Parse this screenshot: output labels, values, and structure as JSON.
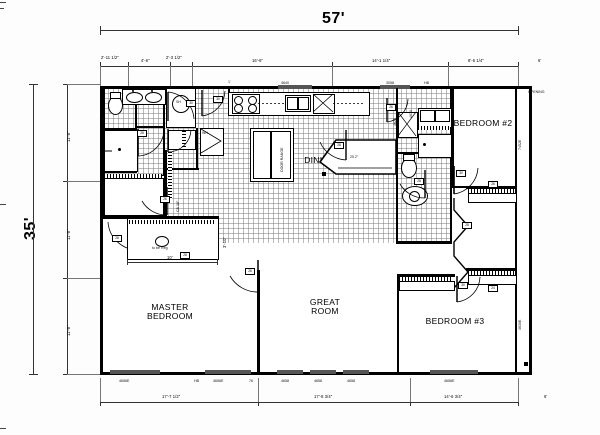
{
  "plan": {
    "overall_width": "57'",
    "overall_depth": "35'",
    "rooms": [
      {
        "name": "master-bedroom",
        "label": "MASTER\nBEDROOM",
        "line1": "MASTER",
        "line2": "BEDROOM"
      },
      {
        "name": "great-room",
        "label": "GREAT\nROOM",
        "line1": "GREAT",
        "line2": "ROOM"
      },
      {
        "name": "dining",
        "label": "DINING",
        "line1": "DINING",
        "line2": ""
      },
      {
        "name": "bedroom-2",
        "label": "BEDROOM #2",
        "line1": "BEDROOM #2",
        "line2": ""
      },
      {
        "name": "bedroom-3",
        "label": "BEDROOM #3",
        "line1": "BEDROOM #3",
        "line2": ""
      }
    ],
    "top_dimensions": [
      "2'-11 1/2\"",
      "4'-6\"",
      "2'-3 1/2\"",
      "16'-6\"",
      "14'-1 1/4\"",
      "8'-6 1/4\"",
      "6'"
    ],
    "bottom_dimensions": [
      "17'-7 1/2\"",
      "17'-8 3/4\"",
      "14'-6 3/4\"",
      "6'"
    ],
    "left_dimensions": [
      "11'-8\"",
      "11'-8\"",
      "11'-8\""
    ],
    "top_windows": [
      "4640",
      "3058",
      "HB"
    ],
    "bottom_windows": [
      "4656E",
      "HB",
      "4656E",
      "76",
      "4658",
      "4658",
      "4658",
      "4656E"
    ],
    "right_labels": [
      "OPENING",
      "7452E",
      "7452E",
      "3630E"
    ],
    "left_labels": [
      "1442",
      "2651"
    ],
    "interior_notes": [
      "DOOR RANGE",
      "25 2\"",
      "3'-10\"",
      "10'",
      "CB 38\"",
      "4620",
      "1'",
      "6'"
    ],
    "door_tags": [
      "28",
      "28",
      "26",
      "26",
      "30",
      "30",
      "28",
      "28",
      "26",
      "26",
      "30",
      "28",
      "24"
    ]
  }
}
